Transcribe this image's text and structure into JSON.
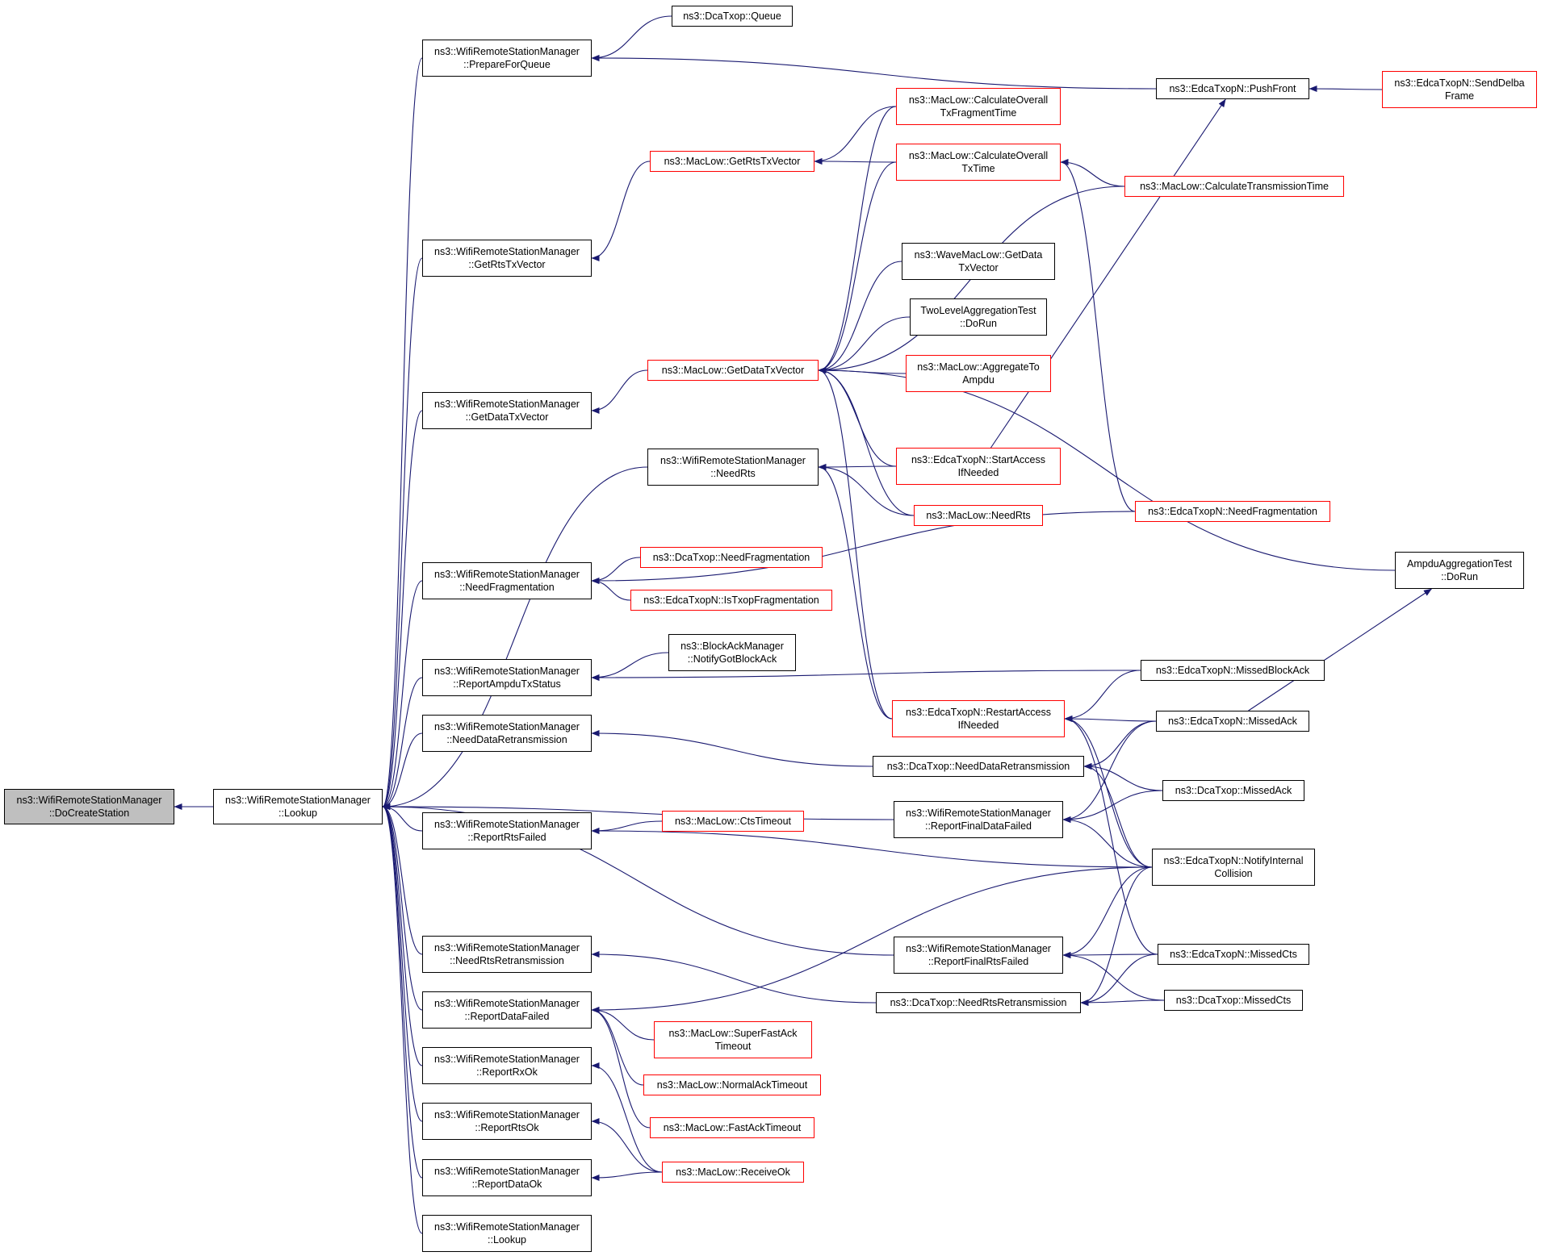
{
  "graph": {
    "colors": {
      "edge": "#191970",
      "node_border": "#000000",
      "link_border": "#ff0000",
      "root_fill": "#bfbfbf"
    },
    "nodes": [
      {
        "id": "docreate",
        "lines": [
          "ns3::WifiRemoteStationManager",
          "::DoCreateStation"
        ],
        "style": "grey"
      },
      {
        "id": "lookup1",
        "lines": [
          "ns3::WifiRemoteStationManager",
          "::Lookup"
        ],
        "style": "black"
      },
      {
        "id": "prepare",
        "lines": [
          "ns3::WifiRemoteStationManager",
          "::PrepareForQueue"
        ],
        "style": "black"
      },
      {
        "id": "getrts",
        "lines": [
          "ns3::WifiRemoteStationManager",
          "::GetRtsTxVector"
        ],
        "style": "black"
      },
      {
        "id": "getdata",
        "lines": [
          "ns3::WifiRemoteStationManager",
          "::GetDataTxVector"
        ],
        "style": "black"
      },
      {
        "id": "needfrag",
        "lines": [
          "ns3::WifiRemoteStationManager",
          "::NeedFragmentation"
        ],
        "style": "black"
      },
      {
        "id": "reportampdu",
        "lines": [
          "ns3::WifiRemoteStationManager",
          "::ReportAmpduTxStatus"
        ],
        "style": "black"
      },
      {
        "id": "needdataretx",
        "lines": [
          "ns3::WifiRemoteStationManager",
          "::NeedDataRetransmission"
        ],
        "style": "black"
      },
      {
        "id": "reportrtsfailed",
        "lines": [
          "ns3::WifiRemoteStationManager",
          "::ReportRtsFailed"
        ],
        "style": "black"
      },
      {
        "id": "needrtsretx",
        "lines": [
          "ns3::WifiRemoteStationManager",
          "::NeedRtsRetransmission"
        ],
        "style": "black"
      },
      {
        "id": "reportdatafailed",
        "lines": [
          "ns3::WifiRemoteStationManager",
          "::ReportDataFailed"
        ],
        "style": "black"
      },
      {
        "id": "reportrxok",
        "lines": [
          "ns3::WifiRemoteStationManager",
          "::ReportRxOk"
        ],
        "style": "black"
      },
      {
        "id": "reportrtsok",
        "lines": [
          "ns3::WifiRemoteStationManager",
          "::ReportRtsOk"
        ],
        "style": "black"
      },
      {
        "id": "reportdataok",
        "lines": [
          "ns3::WifiRemoteStationManager",
          "::ReportDataOk"
        ],
        "style": "black"
      },
      {
        "id": "lookup2",
        "lines": [
          "ns3::WifiRemoteStationManager",
          "::Lookup"
        ],
        "style": "black"
      },
      {
        "id": "dcaqueue",
        "lines": [
          "ns3::DcaTxop::Queue"
        ],
        "style": "black"
      },
      {
        "id": "pushfront",
        "lines": [
          "ns3::EdcaTxopN::PushFront"
        ],
        "style": "black"
      },
      {
        "id": "senddelba",
        "lines": [
          "ns3::EdcaTxopN::SendDelba",
          "Frame"
        ],
        "style": "red"
      },
      {
        "id": "calcfrag",
        "lines": [
          "ns3::MacLow::CalculateOverall",
          "TxFragmentTime"
        ],
        "style": "red"
      },
      {
        "id": "macgetrts",
        "lines": [
          "ns3::MacLow::GetRtsTxVector"
        ],
        "style": "red"
      },
      {
        "id": "calctx",
        "lines": [
          "ns3::MacLow::CalculateOverall",
          "TxTime"
        ],
        "style": "red"
      },
      {
        "id": "calctrans",
        "lines": [
          "ns3::MacLow::CalculateTransmissionTime"
        ],
        "style": "red"
      },
      {
        "id": "wavegetdata",
        "lines": [
          "ns3::WaveMacLow::GetData",
          "TxVector"
        ],
        "style": "black"
      },
      {
        "id": "twolevel",
        "lines": [
          "TwoLevelAggregationTest",
          "::DoRun"
        ],
        "style": "black"
      },
      {
        "id": "macgetdata",
        "lines": [
          "ns3::MacLow::GetDataTxVector"
        ],
        "style": "red"
      },
      {
        "id": "aggregate",
        "lines": [
          "ns3::MacLow::AggregateTo",
          "Ampdu"
        ],
        "style": "red"
      },
      {
        "id": "startaccess",
        "lines": [
          "ns3::EdcaTxopN::StartAccess",
          "IfNeeded"
        ],
        "style": "red"
      },
      {
        "id": "needrts",
        "lines": [
          "ns3::WifiRemoteStationManager",
          "::NeedRts"
        ],
        "style": "black"
      },
      {
        "id": "macneedrts",
        "lines": [
          "ns3::MacLow::NeedRts"
        ],
        "style": "red"
      },
      {
        "id": "edcaneedfrag",
        "lines": [
          "ns3::EdcaTxopN::NeedFragmentation"
        ],
        "style": "red"
      },
      {
        "id": "ampduagg",
        "lines": [
          "AmpduAggregationTest",
          "::DoRun"
        ],
        "style": "black"
      },
      {
        "id": "dcaneedfrag",
        "lines": [
          "ns3::DcaTxop::NeedFragmentation"
        ],
        "style": "red"
      },
      {
        "id": "istxopfrag",
        "lines": [
          "ns3::EdcaTxopN::IsTxopFragmentation"
        ],
        "style": "red"
      },
      {
        "id": "notifyblockack",
        "lines": [
          "ns3::BlockAckManager",
          "::NotifyGotBlockAck"
        ],
        "style": "black"
      },
      {
        "id": "missedblockack",
        "lines": [
          "ns3::EdcaTxopN::MissedBlockAck"
        ],
        "style": "black"
      },
      {
        "id": "restartaccess",
        "lines": [
          "ns3::EdcaTxopN::RestartAccess",
          "IfNeeded"
        ],
        "style": "red"
      },
      {
        "id": "edcamissedack",
        "lines": [
          "ns3::EdcaTxopN::MissedAck"
        ],
        "style": "black"
      },
      {
        "id": "dcaneeddataretx",
        "lines": [
          "ns3::DcaTxop::NeedDataRetransmission"
        ],
        "style": "black"
      },
      {
        "id": "dcamissedack",
        "lines": [
          "ns3::DcaTxop::MissedAck"
        ],
        "style": "black"
      },
      {
        "id": "reportfinaldata",
        "lines": [
          "ns3::WifiRemoteStationManager",
          "::ReportFinalDataFailed"
        ],
        "style": "black"
      },
      {
        "id": "ctstimeout",
        "lines": [
          "ns3::MacLow::CtsTimeout"
        ],
        "style": "red"
      },
      {
        "id": "notifyinternal",
        "lines": [
          "ns3::EdcaTxopN::NotifyInternal",
          "Collision"
        ],
        "style": "black"
      },
      {
        "id": "reportfinalrts",
        "lines": [
          "ns3::WifiRemoteStationManager",
          "::ReportFinalRtsFailed"
        ],
        "style": "black"
      },
      {
        "id": "edcamissedcts",
        "lines": [
          "ns3::EdcaTxopN::MissedCts"
        ],
        "style": "black"
      },
      {
        "id": "dcaneedrtsretx",
        "lines": [
          "ns3::DcaTxop::NeedRtsRetransmission"
        ],
        "style": "black"
      },
      {
        "id": "dcamissedcts",
        "lines": [
          "ns3::DcaTxop::MissedCts"
        ],
        "style": "black"
      },
      {
        "id": "superfast",
        "lines": [
          "ns3::MacLow::SuperFastAck",
          "Timeout"
        ],
        "style": "red"
      },
      {
        "id": "normalack",
        "lines": [
          "ns3::MacLow::NormalAckTimeout"
        ],
        "style": "red"
      },
      {
        "id": "fastack",
        "lines": [
          "ns3::MacLow::FastAckTimeout"
        ],
        "style": "red"
      },
      {
        "id": "receiveok",
        "lines": [
          "ns3::MacLow::ReceiveOk"
        ],
        "style": "red"
      }
    ],
    "edges": [
      [
        "lookup1",
        "docreate"
      ],
      [
        "prepare",
        "lookup1"
      ],
      [
        "getrts",
        "lookup1"
      ],
      [
        "getdata",
        "lookup1"
      ],
      [
        "needfrag",
        "lookup1"
      ],
      [
        "reportampdu",
        "lookup1"
      ],
      [
        "needdataretx",
        "lookup1"
      ],
      [
        "reportrtsfailed",
        "lookup1"
      ],
      [
        "needrtsretx",
        "lookup1"
      ],
      [
        "reportdatafailed",
        "lookup1"
      ],
      [
        "reportrxok",
        "lookup1"
      ],
      [
        "reportrtsok",
        "lookup1"
      ],
      [
        "reportdataok",
        "lookup1"
      ],
      [
        "lookup2",
        "lookup1"
      ],
      [
        "needrts",
        "lookup1"
      ],
      [
        "reportfinaldata",
        "lookup1"
      ],
      [
        "reportfinalrts",
        "lookup1"
      ],
      [
        "dcaqueue",
        "prepare"
      ],
      [
        "pushfront",
        "prepare"
      ],
      [
        "senddelba",
        "pushfront"
      ],
      [
        "macgetrts",
        "getrts"
      ],
      [
        "calcfrag",
        "macgetrts"
      ],
      [
        "calctx",
        "macgetrts"
      ],
      [
        "calctrans",
        "calctx"
      ],
      [
        "macgetdata",
        "getdata"
      ],
      [
        "calcfrag",
        "macgetdata"
      ],
      [
        "calctx",
        "macgetdata"
      ],
      [
        "calctrans",
        "macgetdata"
      ],
      [
        "wavegetdata",
        "macgetdata"
      ],
      [
        "twolevel",
        "macgetdata"
      ],
      [
        "aggregate",
        "macgetdata"
      ],
      [
        "startaccess",
        "macgetdata"
      ],
      [
        "macneedrts",
        "macgetdata"
      ],
      [
        "restartaccess",
        "macgetdata"
      ],
      [
        "ampduagg",
        "macgetdata"
      ],
      [
        "startaccess",
        "pushfront"
      ],
      [
        "edcaneedfrag",
        "calctx"
      ],
      [
        "startaccess",
        "needrts"
      ],
      [
        "macneedrts",
        "needrts"
      ],
      [
        "restartaccess",
        "needrts"
      ],
      [
        "edcaneedfrag",
        "needfrag"
      ],
      [
        "dcaneedfrag",
        "needfrag"
      ],
      [
        "istxopfrag",
        "needfrag"
      ],
      [
        "notifyblockack",
        "reportampdu"
      ],
      [
        "missedblockack",
        "reportampdu"
      ],
      [
        "missedblockack",
        "restartaccess"
      ],
      [
        "edcamissedack",
        "restartaccess"
      ],
      [
        "notifyinternal",
        "restartaccess"
      ],
      [
        "edcamissedcts",
        "restartaccess"
      ],
      [
        "edcamissedack",
        "ampduagg"
      ],
      [
        "dcaneeddataretx",
        "needdataretx"
      ],
      [
        "edcamissedack",
        "dcaneeddataretx"
      ],
      [
        "dcamissedack",
        "dcaneeddataretx"
      ],
      [
        "notifyinternal",
        "dcaneeddataretx"
      ],
      [
        "edcamissedack",
        "reportfinaldata"
      ],
      [
        "dcamissedack",
        "reportfinaldata"
      ],
      [
        "notifyinternal",
        "reportfinaldata"
      ],
      [
        "ctstimeout",
        "reportrtsfailed"
      ],
      [
        "notifyinternal",
        "reportrtsfailed"
      ],
      [
        "notifyinternal",
        "reportfinalrts"
      ],
      [
        "edcamissedcts",
        "reportfinalrts"
      ],
      [
        "dcamissedcts",
        "reportfinalrts"
      ],
      [
        "dcaneedrtsretx",
        "needrtsretx"
      ],
      [
        "edcamissedcts",
        "dcaneedrtsretx"
      ],
      [
        "dcamissedcts",
        "dcaneedrtsretx"
      ],
      [
        "notifyinternal",
        "dcaneedrtsretx"
      ],
      [
        "notifyinternal",
        "reportdatafailed"
      ],
      [
        "superfast",
        "reportdatafailed"
      ],
      [
        "normalack",
        "reportdatafailed"
      ],
      [
        "fastack",
        "reportdatafailed"
      ],
      [
        "receiveok",
        "reportrxok"
      ],
      [
        "receiveok",
        "reportrtsok"
      ],
      [
        "receiveok",
        "reportdataok"
      ]
    ]
  }
}
